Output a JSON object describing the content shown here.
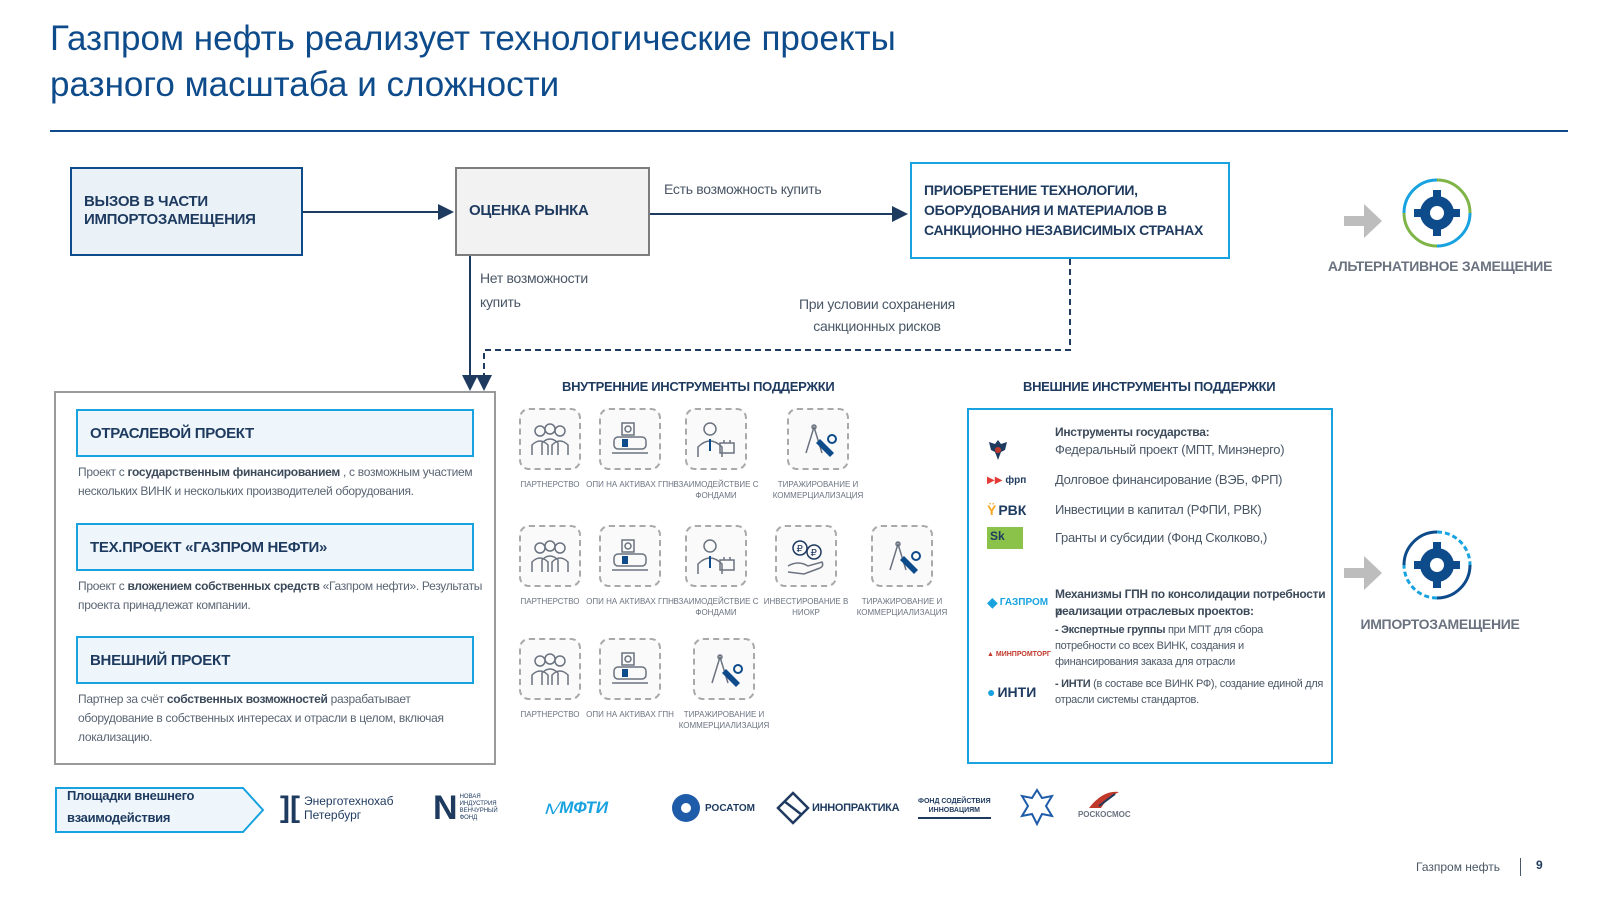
{
  "title": {
    "line1": "Газпром нефть реализует технологические проекты",
    "line2": "разного масштаба и сложности"
  },
  "flow": {
    "challenge": "ВЫЗОВ В ЧАСТИ ИМПОРТОЗАМЕЩЕНИЯ",
    "market": "ОЦЕНКА РЫНКА",
    "can_buy": "Есть возможность купить",
    "cannot_buy_1": "Нет возможности",
    "cannot_buy_2": "купить",
    "acquire": "ПРИОБРЕТЕНИЕ ТЕХНОЛОГИИ, ОБОРУДОВАНИЯ И МАТЕРИАЛОВ В САНКЦИОННО НЕЗАВИСИМЫХ СТРАНАХ",
    "condition_1": "При условии сохранения",
    "condition_2": "санкционных рисков"
  },
  "outcomes": {
    "alternative": "АЛЬТЕРНАТИВНОЕ ЗАМЕЩЕНИЕ",
    "import": "ИМПОРТОЗАМЕЩЕНИЕ"
  },
  "projects": [
    {
      "head": "ОТРАСЛЕВОЙ ПРОЕКТ",
      "desc_a": "Проект с ",
      "desc_b": "государственным финансированием",
      "desc_c": " , с возможным участием нескольких ВИНК и нескольких производителей оборудования."
    },
    {
      "head": "ТЕХ.ПРОЕКТ «ГАЗПРОМ НЕФТИ»",
      "desc_a": "Проект с ",
      "desc_b": "вложением собственных средств",
      "desc_c": " «Газпром нефти». Результаты проекта принадлежат компании."
    },
    {
      "head": "ВНЕШНИЙ ПРОЕКТ",
      "desc_a": "Партнер за счёт ",
      "desc_b": "собственных возможностей",
      "desc_c": " разрабатывает оборудование в собственных интересах и отрасли в целом, включая локализацию."
    }
  ],
  "internal": {
    "title": "ВНУТРЕННИЕ ИНСТРУМЕНТЫ ПОДДЕРЖКИ",
    "row1": [
      "ПАРТНЕРСТВО",
      "ОПИ НА АКТИВАХ ГПН",
      "ВЗАИМОДЕЙСТВИЕ С ФОНДАМИ",
      "ТИРАЖИРОВАНИЕ И КОММЕРЦИАЛИЗАЦИЯ"
    ],
    "row2": [
      "ПАРТНЕРСТВО",
      "ОПИ НА АКТИВАХ ГПН",
      "ВЗАИМОДЕЙСТВИЕ С ФОНДАМИ",
      "ИНВЕСТИРОВАНИЕ В НИОКР",
      "ТИРАЖИРОВАНИЕ И КОММЕРЦИАЛИЗАЦИЯ"
    ],
    "row3": [
      "ПАРТНЕРСТВО",
      "ОПИ НА АКТИВАХ ГПН",
      "ТИРАЖИРОВАНИЕ И КОММЕРЦИАЛИЗАЦИЯ"
    ]
  },
  "external": {
    "title": "ВНЕШНИЕ ИНСТРУМЕНТЫ ПОДДЕРЖКИ",
    "state_header": "Инструменты государства:",
    "state_items": [
      {
        "logo": "",
        "text": "Федеральный проект (МПТ, Минэнерго)"
      },
      {
        "logo": "фрп",
        "text": "Долговое финансирование (ВЭБ, ФРП)"
      },
      {
        "logo": "РВК",
        "text": "Инвестиции в капитал (РФПИ, РВК)"
      },
      {
        "logo": "Sk",
        "text": "Гранты и субсидии (Фонд Сколково,)"
      }
    ],
    "gpn_logo": "ГАЗПРОМ",
    "gpn_header_1": "Механизмы ГПН по консолидации потребности и",
    "gpn_header_2": "реализации отраслевых проектов:",
    "expert_a": "- Экспертные группы",
    "expert_b": " при МПТ для сбора потребности со всех ВИНК, создания и финансирования заказа для отрасли",
    "inti_logo": "ИНТИ",
    "inti_a": "- ИНТИ",
    "inti_b": " (в составе все ВИНК РФ), создание единой для отрасли системы стандартов."
  },
  "platforms": {
    "label_1": "Площадки внешнего",
    "label_2": "взаимодействия",
    "logos": {
      "energo_1": "Энерготехнохаб",
      "energo_2": "Петербург",
      "mfti": "МФТИ",
      "rosatom": "РОСАТОМ",
      "innopraktika": "ИННОПРАКТИКА",
      "fond_1": "ФОНД СОДЕЙСТВИЯ",
      "fond_2": "ИННОВАЦИЯМ",
      "roscosmos": "РОСКОСМОС"
    }
  },
  "footer": {
    "company": "Газпром нефть",
    "page": "9"
  },
  "colors": {
    "brand": "#0e4b8b",
    "accent": "#18a3e0",
    "gray": "#9a9a9a"
  }
}
